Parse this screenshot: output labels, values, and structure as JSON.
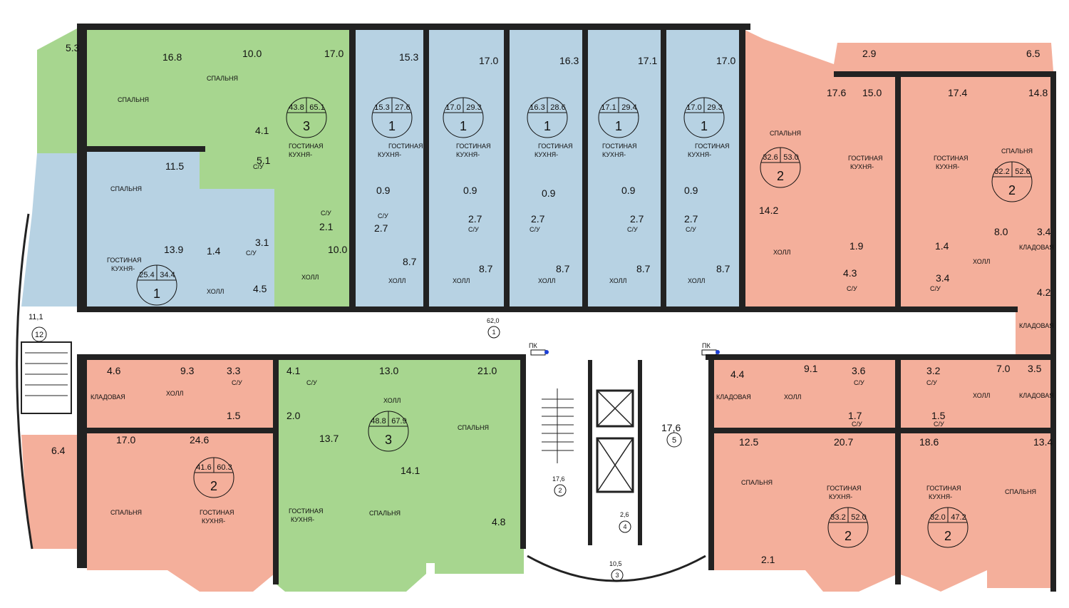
{
  "palette": {
    "one_room": "#b7d2e3",
    "two_room": "#f4af9b",
    "three_room": "#a7d68f",
    "wall": "#222222",
    "corridor": "#ffffff"
  },
  "labels": {
    "bedroom": "СПАЛЬНЯ",
    "living_kitchen_1": "ГОСТИНАЯ",
    "living_kitchen_2": "КУХНЯ-",
    "hall": "ХОЛЛ",
    "bathroom": "С/У",
    "storage": "КЛАДОВАЯ",
    "fire_hydrant": "ПК"
  },
  "apartments": [
    {
      "total": "25.4",
      "area": "34.4",
      "rooms": "1"
    },
    {
      "total": "43.8",
      "area": "65.1",
      "rooms": "3"
    },
    {
      "total": "15.3",
      "area": "27.6",
      "rooms": "1"
    },
    {
      "total": "17.0",
      "area": "29.3",
      "rooms": "1"
    },
    {
      "total": "16.3",
      "area": "28.6",
      "rooms": "1"
    },
    {
      "total": "17.1",
      "area": "29.4",
      "rooms": "1"
    },
    {
      "total": "17.0",
      "area": "29.3",
      "rooms": "1"
    },
    {
      "total": "32.6",
      "area": "53.0",
      "rooms": "2"
    },
    {
      "total": "32.2",
      "area": "52.6",
      "rooms": "2"
    },
    {
      "total": "41.6",
      "area": "60.3",
      "rooms": "2"
    },
    {
      "total": "48.8",
      "area": "67.9",
      "rooms": "3"
    },
    {
      "total": "33.2",
      "area": "52.0",
      "rooms": "2"
    },
    {
      "total": "32.0",
      "area": "47.2",
      "rooms": "2"
    }
  ],
  "areas": [
    "5.3",
    "16.8",
    "10.0",
    "17.0",
    "15.3",
    "17.0",
    "16.3",
    "17.1",
    "17.0",
    "2.9",
    "6.5",
    "17.6",
    "15.0",
    "17.4",
    "14.8",
    "4.1",
    "11.5",
    "5.1",
    "13.9",
    "1.4",
    "3.1",
    "4.5",
    "2.1",
    "2.7",
    "10.0",
    "0.9",
    "8.7",
    "0.9",
    "0.9",
    "2.7",
    "2.7",
    "8.7",
    "8.7",
    "0.9",
    "0.9",
    "2.7",
    "2.7",
    "8.7",
    "8.7",
    "14.2",
    "1.9",
    "1.4",
    "8.0",
    "3.4",
    "4.3",
    "3.4",
    "4.2",
    "4.6",
    "9.3",
    "3.3",
    "4.1",
    "13.0",
    "21.0",
    "1.5",
    "2.0",
    "17.0",
    "24.6",
    "13.7",
    "6.4",
    "14.1",
    "4.8",
    "4.4",
    "9.1",
    "3.6",
    "3.2",
    "7.0",
    "3.5",
    "1.7",
    "1.5",
    "12.5",
    "20.7",
    "18.6",
    "13.4",
    "2.1"
  ],
  "common": [
    {
      "area": "11,1",
      "num": "12"
    },
    {
      "area": "62,0",
      "num": "1"
    },
    {
      "area": "17,6",
      "num": "2"
    },
    {
      "area": "2,6",
      "num": "4"
    },
    {
      "area": "10,5",
      "num": "3"
    },
    {
      "area": "17,6",
      "num": "5"
    }
  ]
}
